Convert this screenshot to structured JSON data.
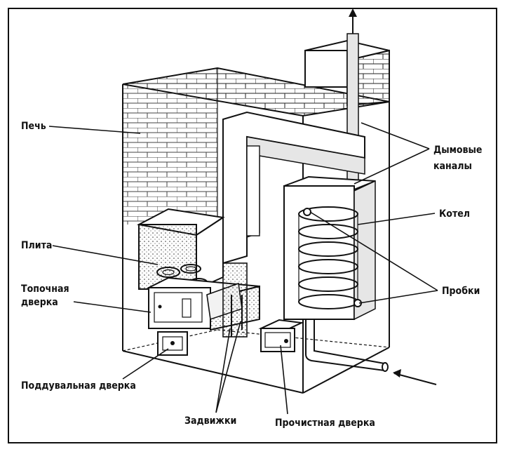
{
  "labels": {
    "pech": "Печь",
    "plita": "Плита",
    "topochnaya_1": "Топочная",
    "topochnaya_2": "дверка",
    "podduvalnaya": "Поддувальная дверка",
    "zadvizhki": "Задвижки",
    "prochistnaya": "Прочистная дверка",
    "dymovye_1": "Дымовые",
    "dymovye_2": "каналы",
    "kotel": "Котел",
    "probki": "Пробки"
  },
  "icons": {
    "flow_out": "arrow-up-icon",
    "flow_in": "arrow-left-icon"
  }
}
